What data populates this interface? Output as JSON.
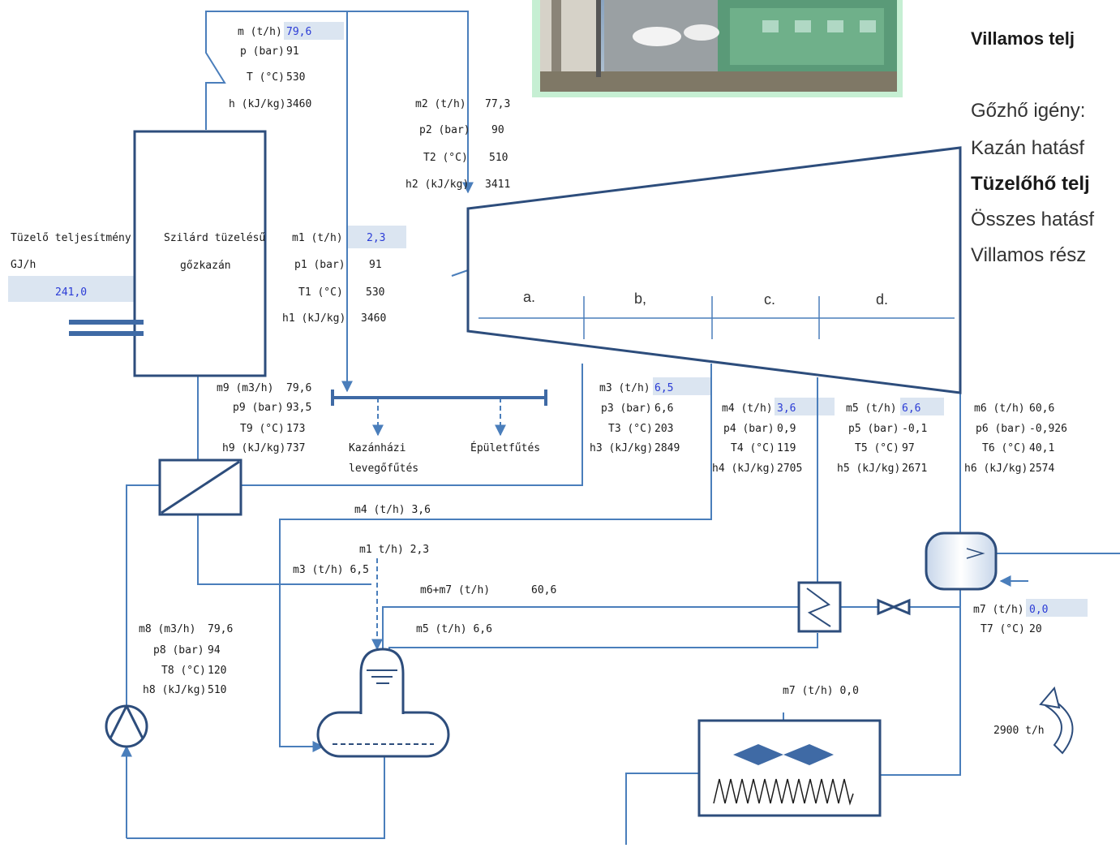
{
  "right_panel": {
    "title": "Villamos telj",
    "line1": "Gőzhő igény:",
    "line2": "Kazán hatásf",
    "line3": "Tüzelőhő telj",
    "line4": "Összes hatásf",
    "line5": "Villamos rész"
  },
  "inlet": {
    "m_label": "m (t/h)",
    "m": "79,6",
    "p_label": "p (bar)",
    "p": "91",
    "T_label": "T (°C)",
    "T": "530",
    "h_label": "h (kJ/kg)",
    "h": "3460"
  },
  "st2": {
    "m_label": "m2 (t/h)",
    "m": "77,3",
    "p_label": "p2 (bar)",
    "p": "90",
    "T_label": "T2 (°C)",
    "T": "510",
    "h_label": "h2 (kJ/kg)",
    "h": "3411"
  },
  "fuel": {
    "label": "Tüzelő teljesítmény",
    "unit": "GJ/h",
    "value": "241,0"
  },
  "boiler": {
    "line1": "Szilárd tüzelésű",
    "line2": "gőzkazán"
  },
  "st1": {
    "m_label": "m1 (t/h)",
    "m": "2,3",
    "p_label": "p1 (bar)",
    "p": "91",
    "T_label": "T1 (°C)",
    "T": "530",
    "h_label": "h1 (kJ/kg)",
    "h": "3460"
  },
  "sections": [
    "a.",
    "b,",
    "c.",
    "d."
  ],
  "st9": {
    "m_label": "m9 (m3/h)",
    "m": "79,6",
    "p_label": "p9 (bar)",
    "p": "93,5",
    "T_label": "T9 (°C)",
    "T": "173",
    "h_label": "h9 (kJ/kg)",
    "h": "737"
  },
  "st3": {
    "m_label": "m3 (t/h)",
    "m": "6,5",
    "p_label": "p3 (bar)",
    "p": "6,6",
    "T_label": "T3 (°C)",
    "T": "203",
    "h_label": "h3 (kJ/kg)",
    "h": "2849"
  },
  "st4": {
    "m_label": "m4 (t/h)",
    "m": "3,6",
    "p_label": "p4 (bar)",
    "p": "0,9",
    "T_label": "T4 (°C)",
    "T": "119",
    "h_label": "h4 (kJ/kg)",
    "h": "2705"
  },
  "st5": {
    "m_label": "m5 (t/h)",
    "m": "6,6",
    "p_label": "p5 (bar)",
    "p": "-0,1",
    "T_label": "T5 (°C)",
    "T": "97",
    "h_label": "h5 (kJ/kg)",
    "h": "2671"
  },
  "st6": {
    "m_label": "m6 (t/h)",
    "m": "60,6",
    "p_label": "p6 (bar)",
    "p": "-0,926",
    "T_label": "T6 (°C)",
    "T": "40,1",
    "h_label": "h6 (kJ/kg)",
    "h": "2574"
  },
  "header_users": {
    "u1a": "Kazánházi",
    "u1b": "levegőfűtés",
    "u2": "Épületfűtés"
  },
  "flows": {
    "m4": "m4 (t/h) 3,6",
    "m1": "m1 t/h) 2,3",
    "m3": "m3 (t/h) 6,5",
    "m67_label": "m6+m7 (t/h)",
    "m67_value": "60,6",
    "m5": "m5 (t/h) 6,6",
    "m7_tower": "m7 (t/h) 0,0"
  },
  "st8": {
    "m_label": "m8 (m3/h)",
    "m": "79,6",
    "p_label": "p8 (bar)",
    "p": "94",
    "T_label": "T8 (°C)",
    "T": "120",
    "h_label": "h8 (kJ/kg)",
    "h": "510"
  },
  "st7": {
    "m_label": "m7 (t/h)",
    "m": "0,0",
    "T_label": "T7 (°C)",
    "T": "20"
  },
  "cooling": {
    "flow": "2900 t/h"
  },
  "colors": {
    "line": "#4a7ebb",
    "dark": "#2d4d7c",
    "highlight": "#dbe5f1",
    "value": "#2a3bd6",
    "photo_border": "#c6efd3"
  }
}
